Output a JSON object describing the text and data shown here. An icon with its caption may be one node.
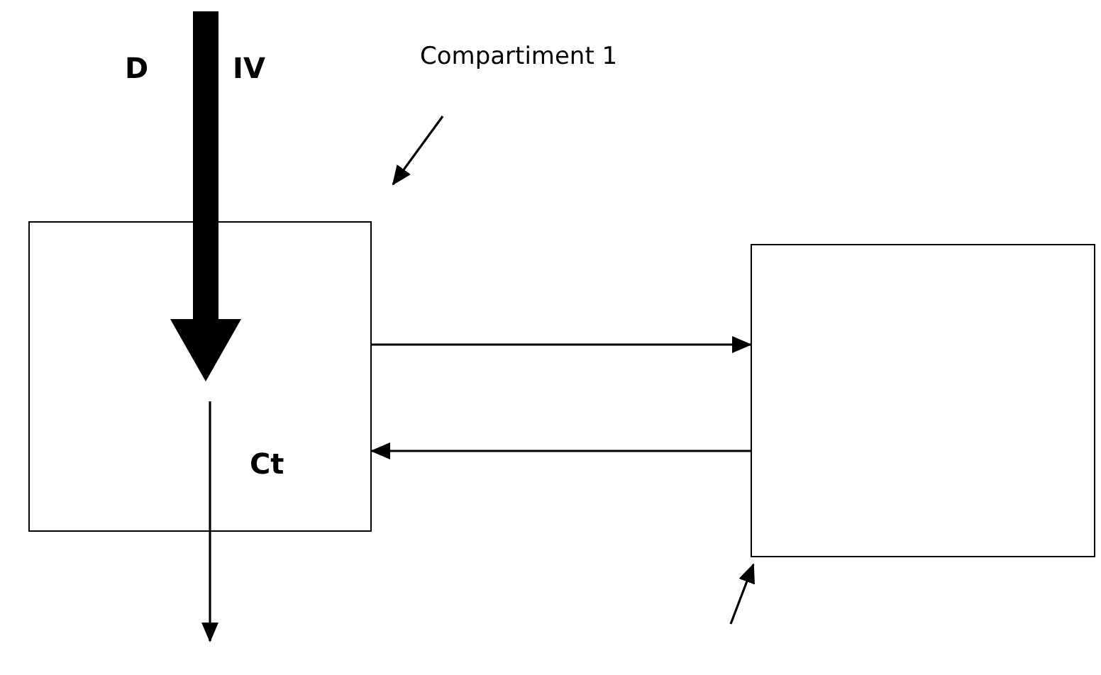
{
  "diagram": {
    "nodes": [
      {
        "text": [
          "Ct"
        ]
      },
      {
        "text": [],
        "shape": "box"
      },
      {
        "text": [
          "Compartiment 1"
        ]
      }
    ],
    "edges": [
      {
        "from": null,
        "to": 0,
        "arrow": "to",
        "style": "thick"
      },
      {
        "from": 0,
        "to": null,
        "arrow": "to"
      },
      {
        "from": 0,
        "to": 1,
        "arrow": "to"
      },
      {
        "from": 1,
        "to": 0,
        "arrow": "to"
      },
      {
        "from": 2,
        "to": 0,
        "arrow": "to"
      },
      {
        "from": null,
        "to": 1,
        "arrow": "to"
      }
    ],
    "labels": [
      "D",
      "IV"
    ]
  }
}
